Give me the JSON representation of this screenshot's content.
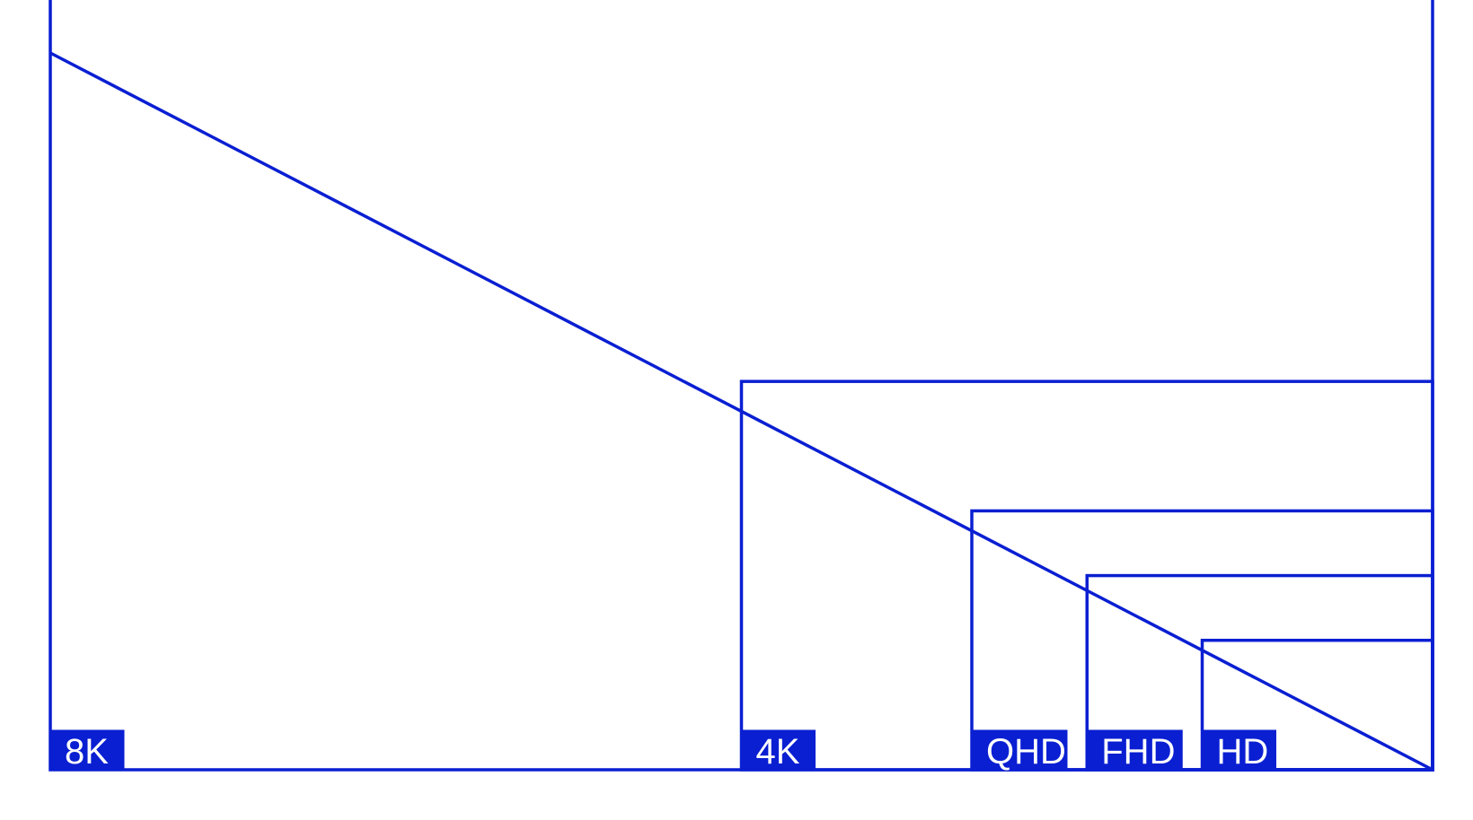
{
  "colors": {
    "accent": "#0a1fd2",
    "background": "#ffffff",
    "label_text": "#ffffff"
  },
  "resolutions": [
    {
      "name": "8K",
      "width": 7680,
      "height": 4320
    },
    {
      "name": "4K",
      "width": 3840,
      "height": 2160
    },
    {
      "name": "QHD",
      "width": 2560,
      "height": 1440
    },
    {
      "name": "FHD",
      "width": 1920,
      "height": 1080
    },
    {
      "name": "HD",
      "width": 1280,
      "height": 720
    }
  ]
}
